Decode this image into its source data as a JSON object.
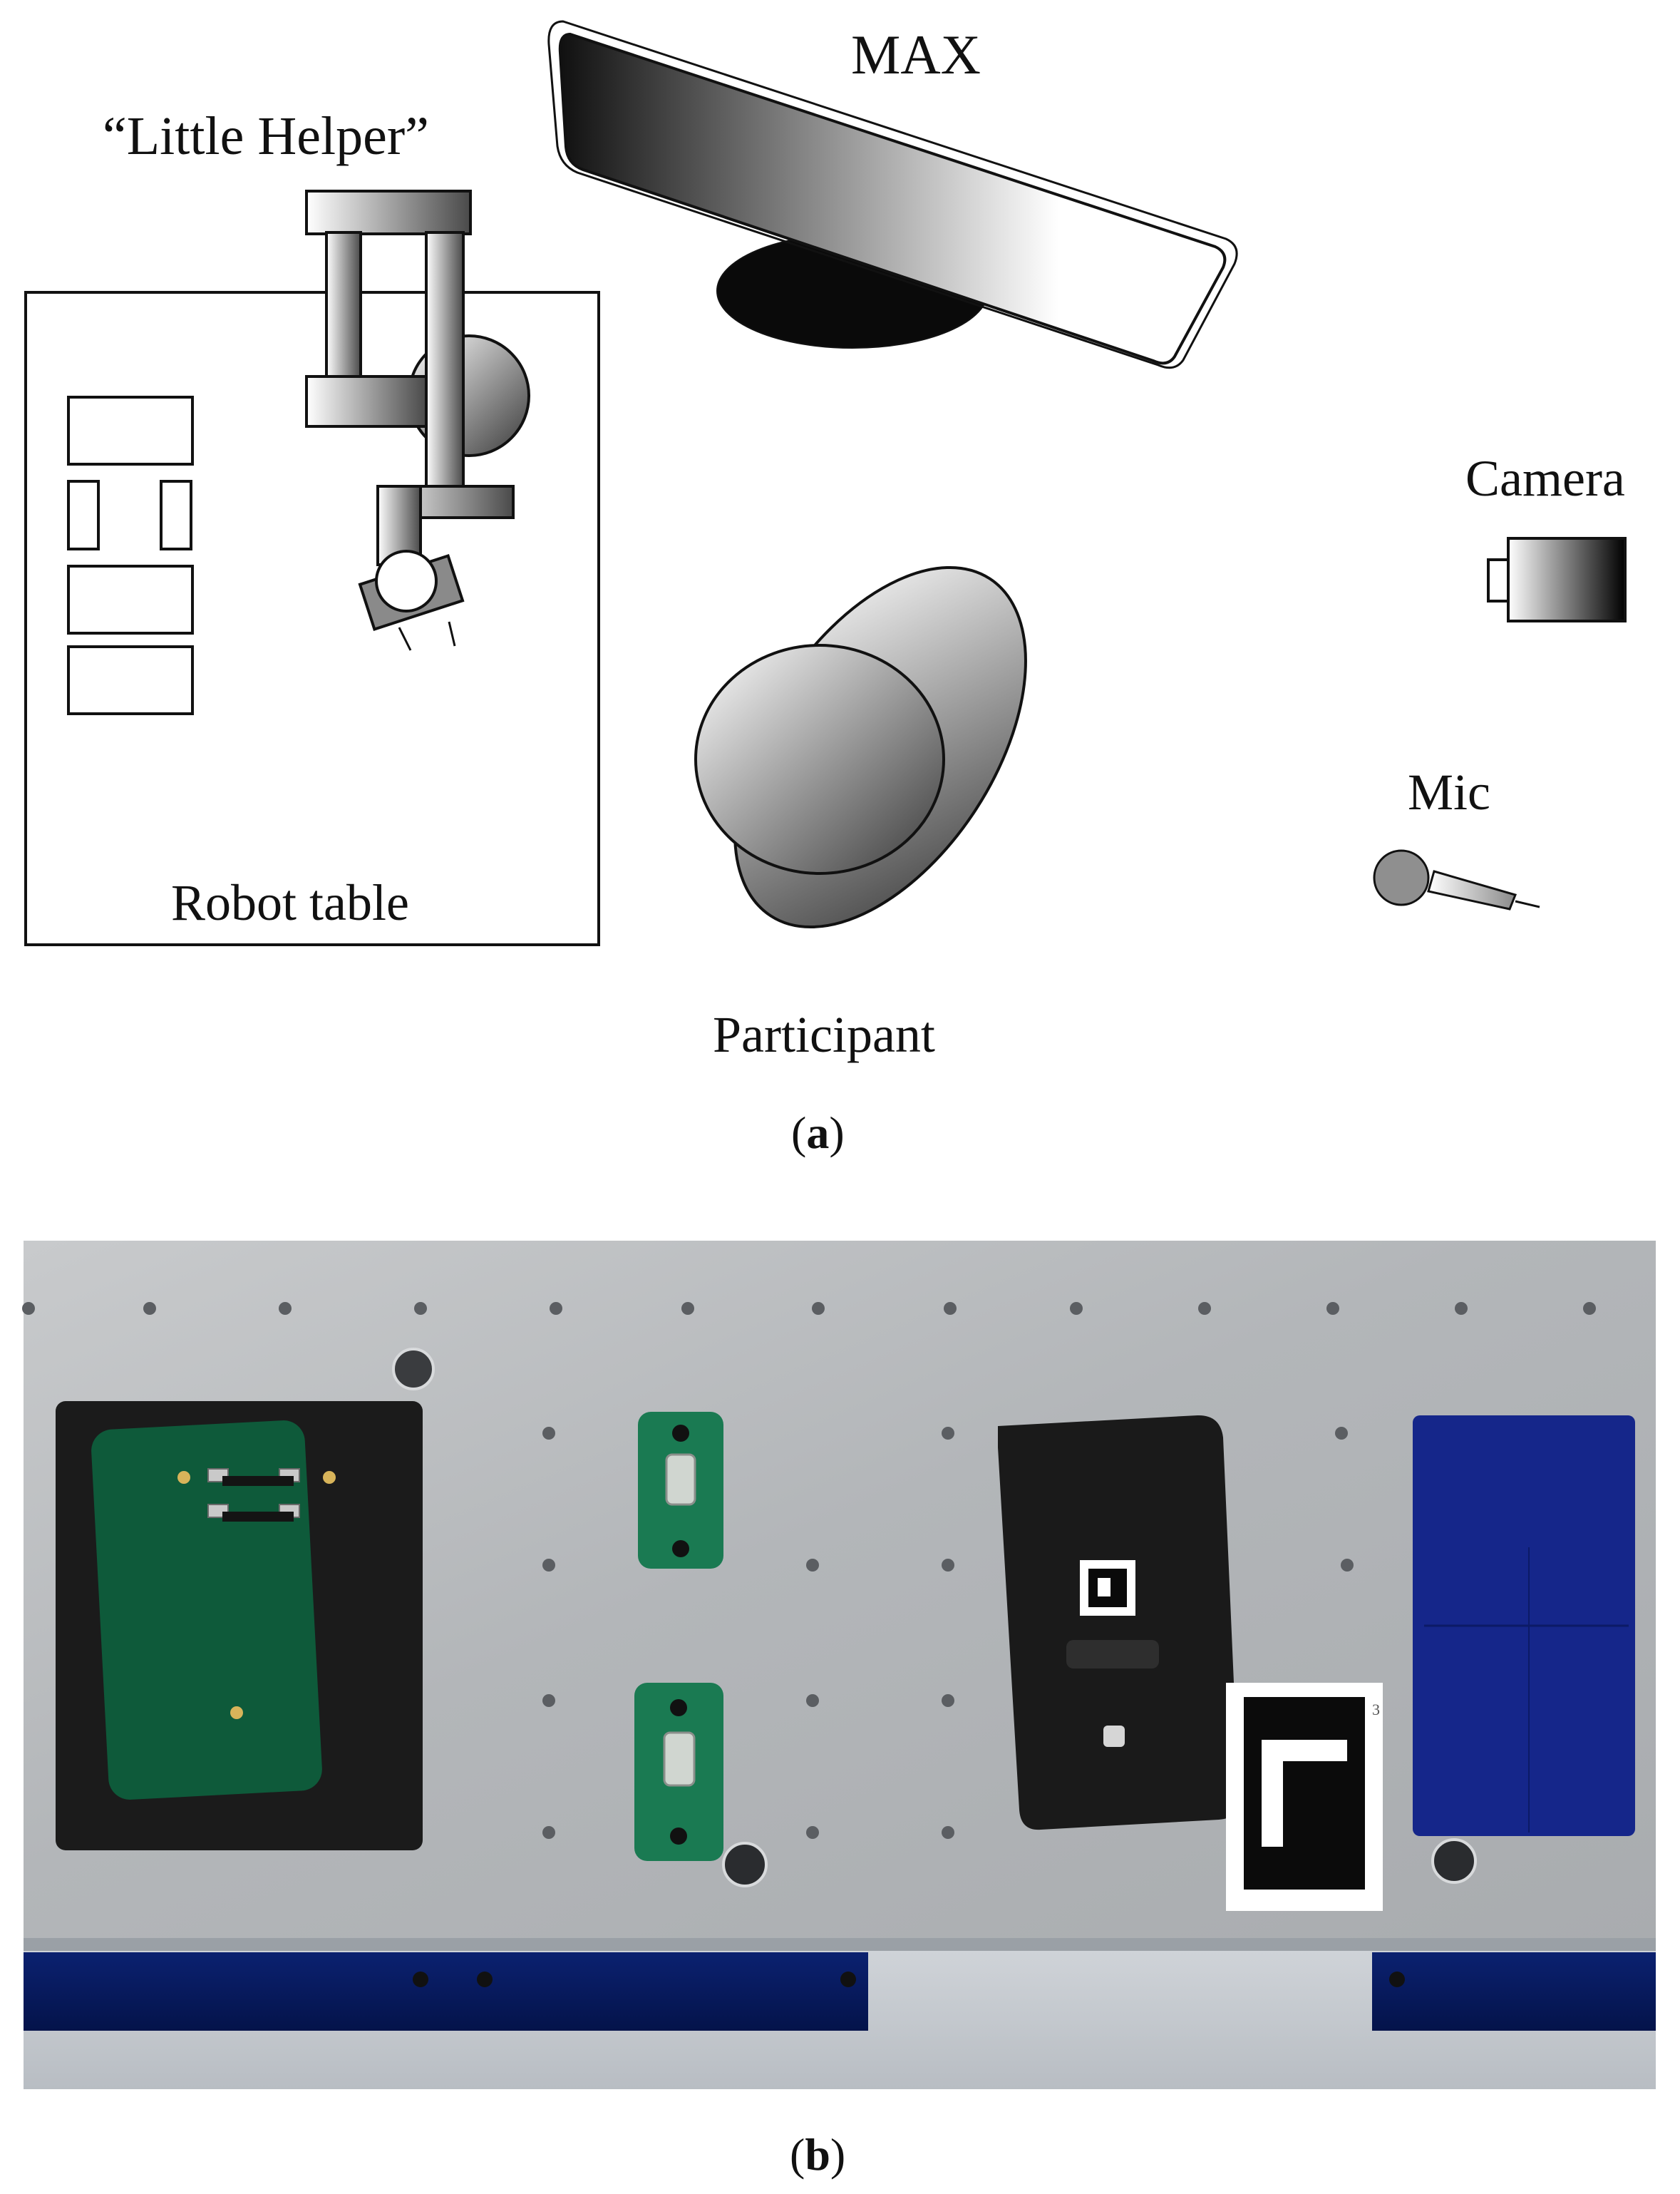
{
  "diagram_a": {
    "labels": {
      "max": "MAX",
      "little_helper": "“Little Helper”",
      "camera": "Camera",
      "mic": "Mic",
      "robot_table": "Robot table",
      "participant": "Participant"
    },
    "caption_letter": "a"
  },
  "photo_b": {
    "caption_letter": "b",
    "marker_side_label": "3"
  },
  "colors": {
    "outline": "#000000",
    "metal_plate": "#b9bcbf",
    "pcb_green": "#0e5a3a",
    "fixture_black": "#1b1b1b",
    "acrylic_blue": "#0a1f6b",
    "block_blue": "#15268a"
  }
}
